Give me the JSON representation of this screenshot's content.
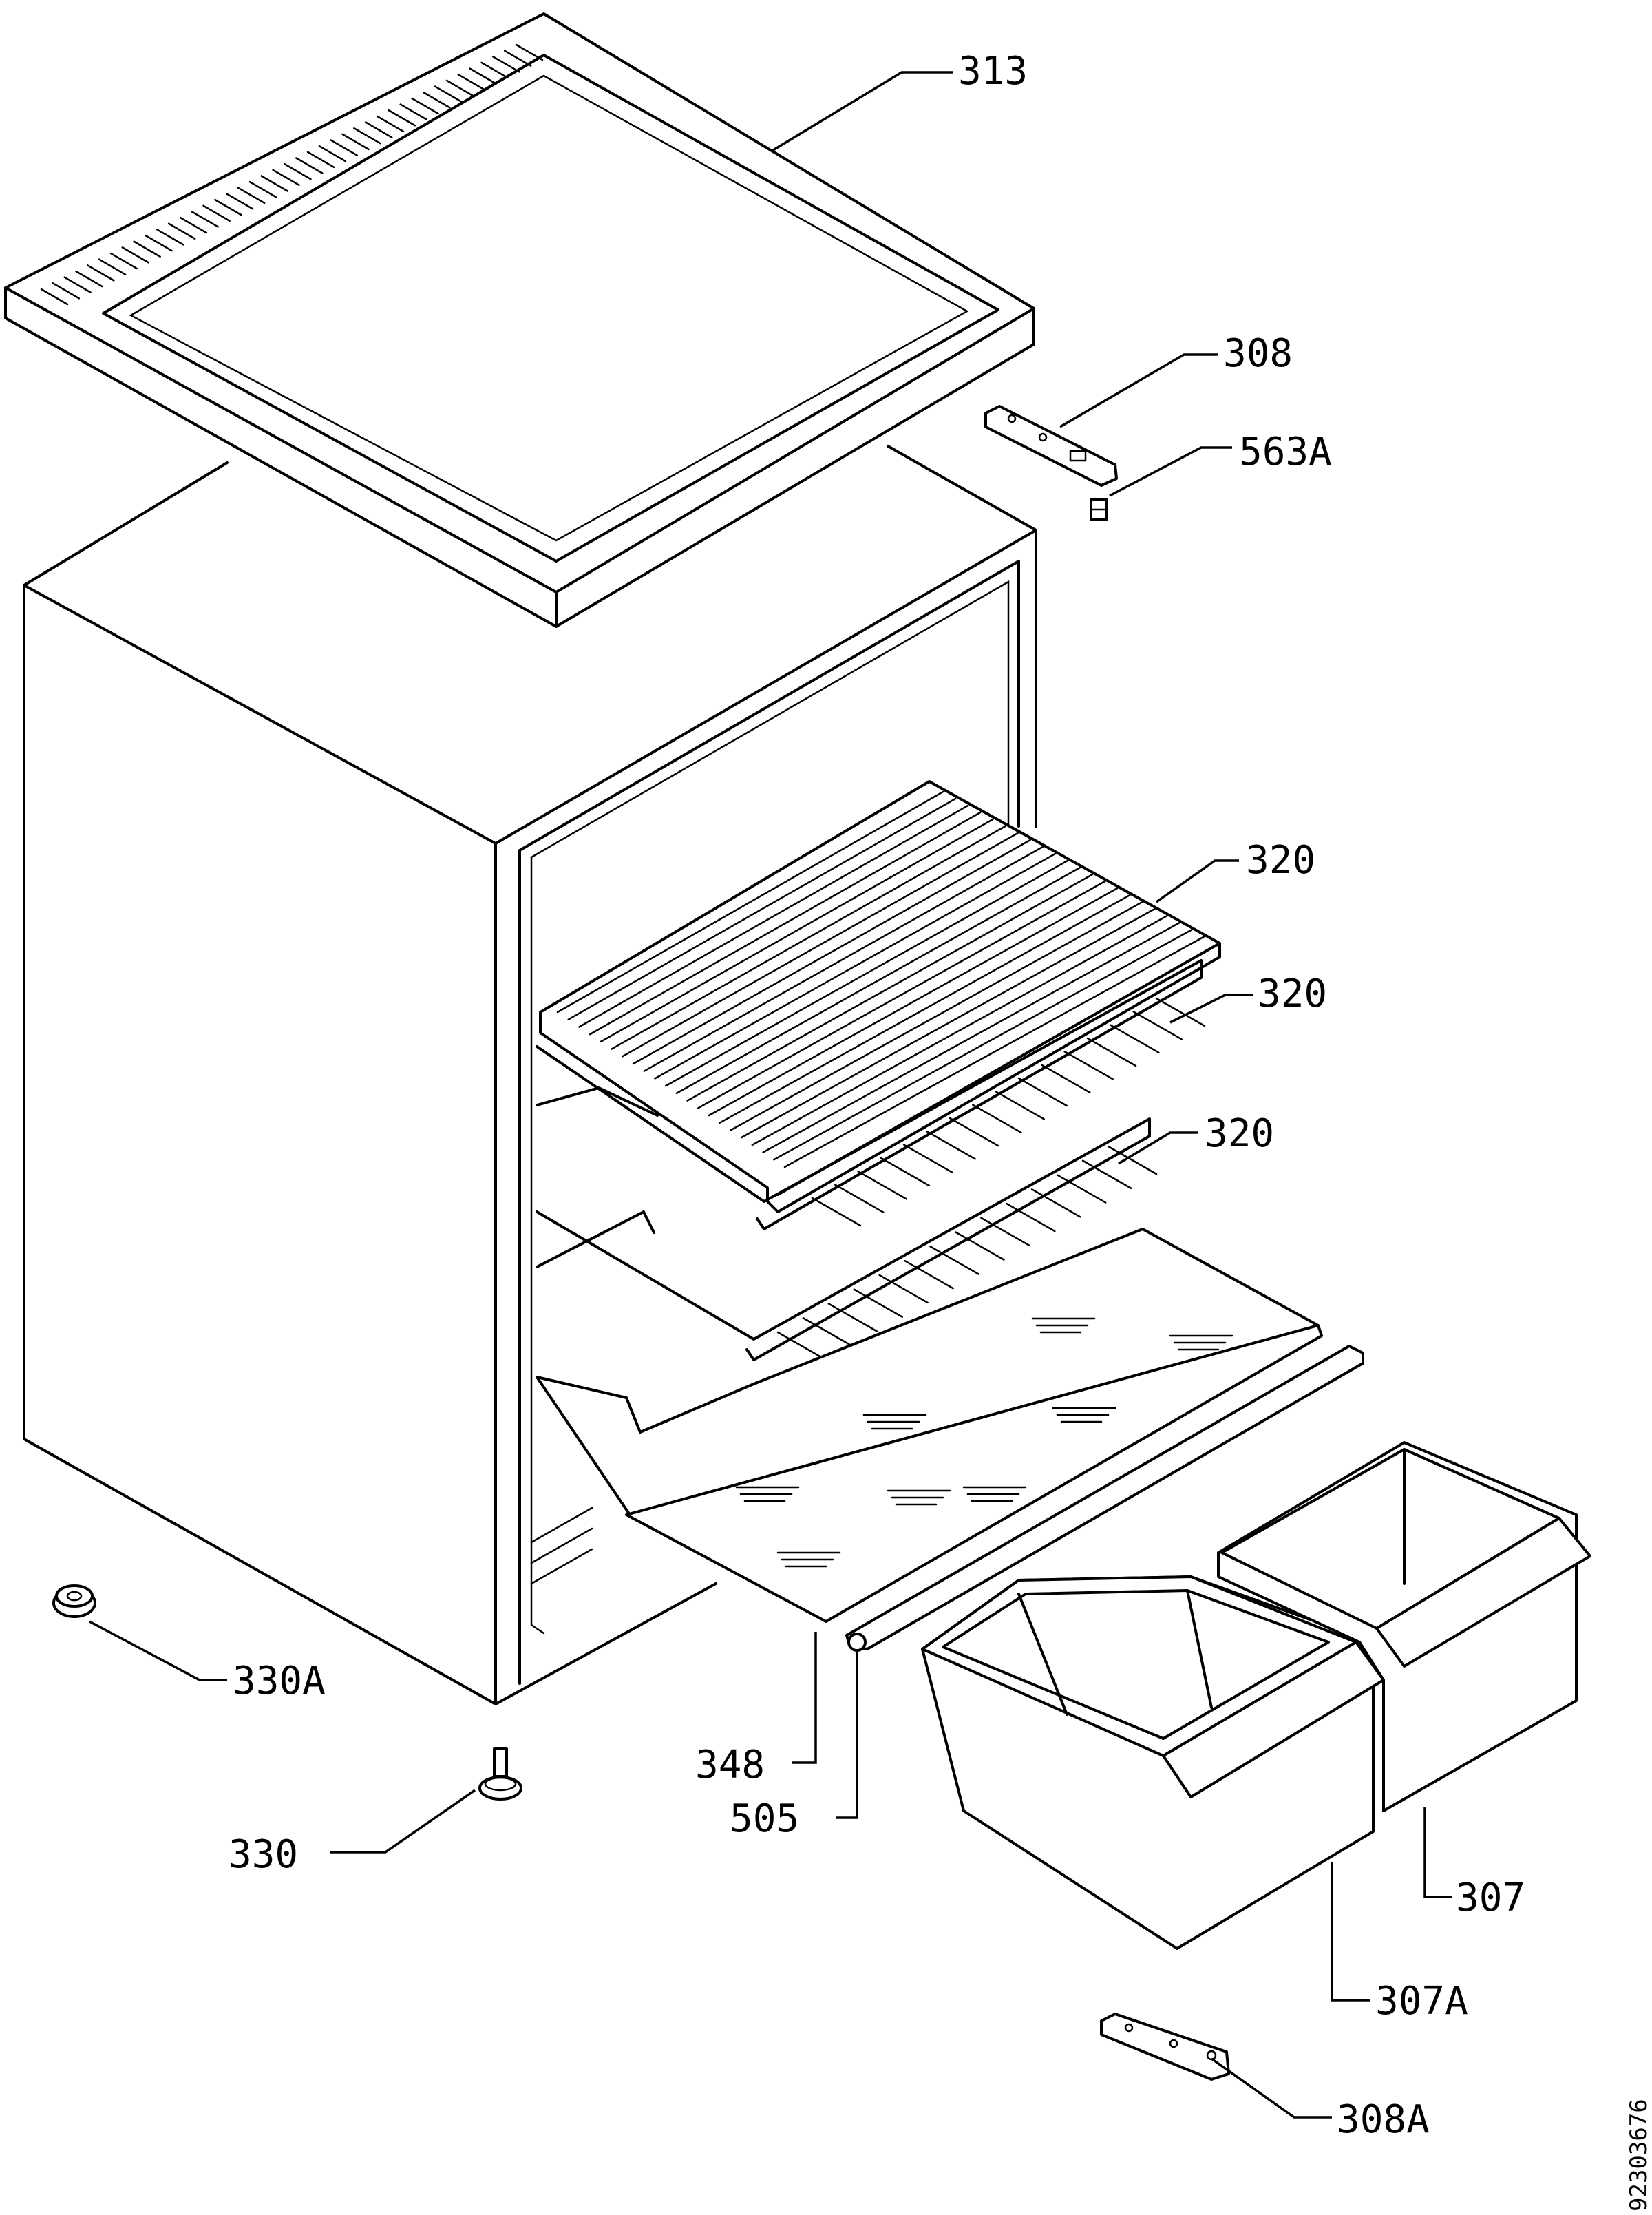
{
  "diagram": {
    "document_id": "92303676",
    "callouts": {
      "c313": "313",
      "c308": "308",
      "c563a": "563A",
      "c320_top": "320",
      "c320_mid": "320",
      "c320_low": "320",
      "c330a": "330A",
      "c330": "330",
      "c348": "348",
      "c505": "505",
      "c307": "307",
      "c307a": "307A",
      "c308a": "308A"
    }
  }
}
